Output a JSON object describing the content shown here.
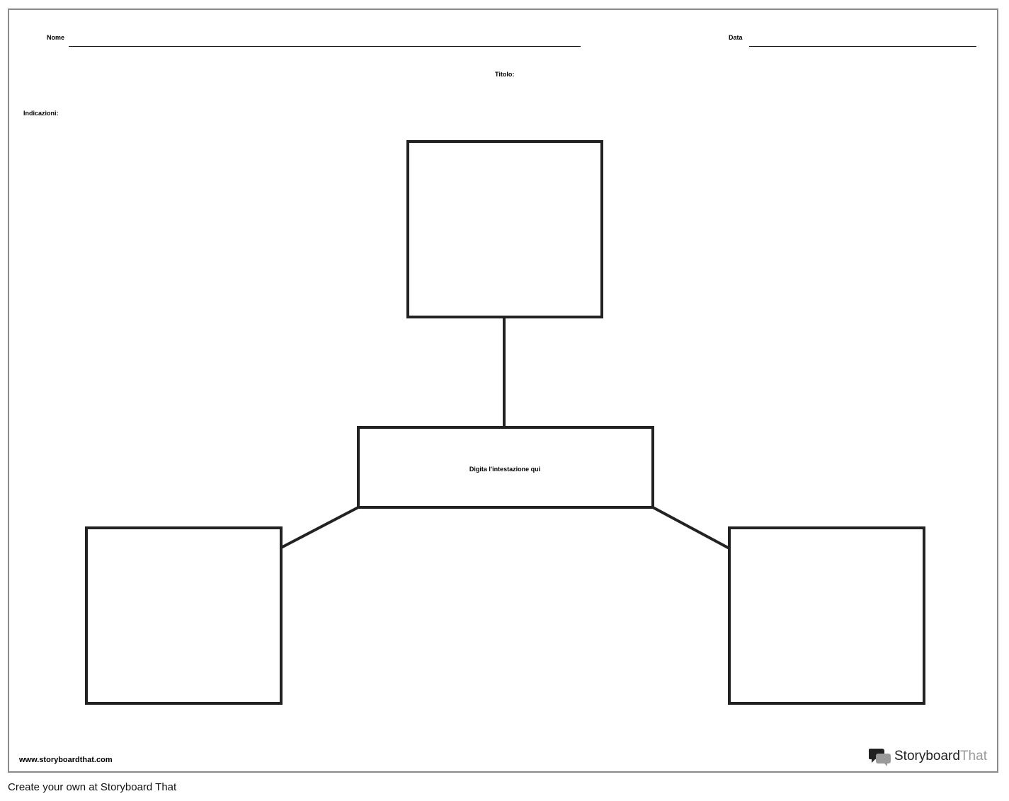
{
  "header": {
    "name_label": "Nome",
    "date_label": "Data",
    "title_label": "Titolo:",
    "directions_label": "Indicazioni:"
  },
  "diagram": {
    "center_node_label": "Digita l'intestazione qui",
    "top_node_label": "",
    "left_node_label": "",
    "right_node_label": ""
  },
  "footer": {
    "url": "www.storyboardthat.com",
    "brand_main": "Storyboard",
    "brand_accent": "That",
    "caption": "Create your own at Storyboard That"
  },
  "colors": {
    "stroke": "#222222",
    "frame_border": "#8a8a8a",
    "brand_dim": "#9a9a9a"
  }
}
